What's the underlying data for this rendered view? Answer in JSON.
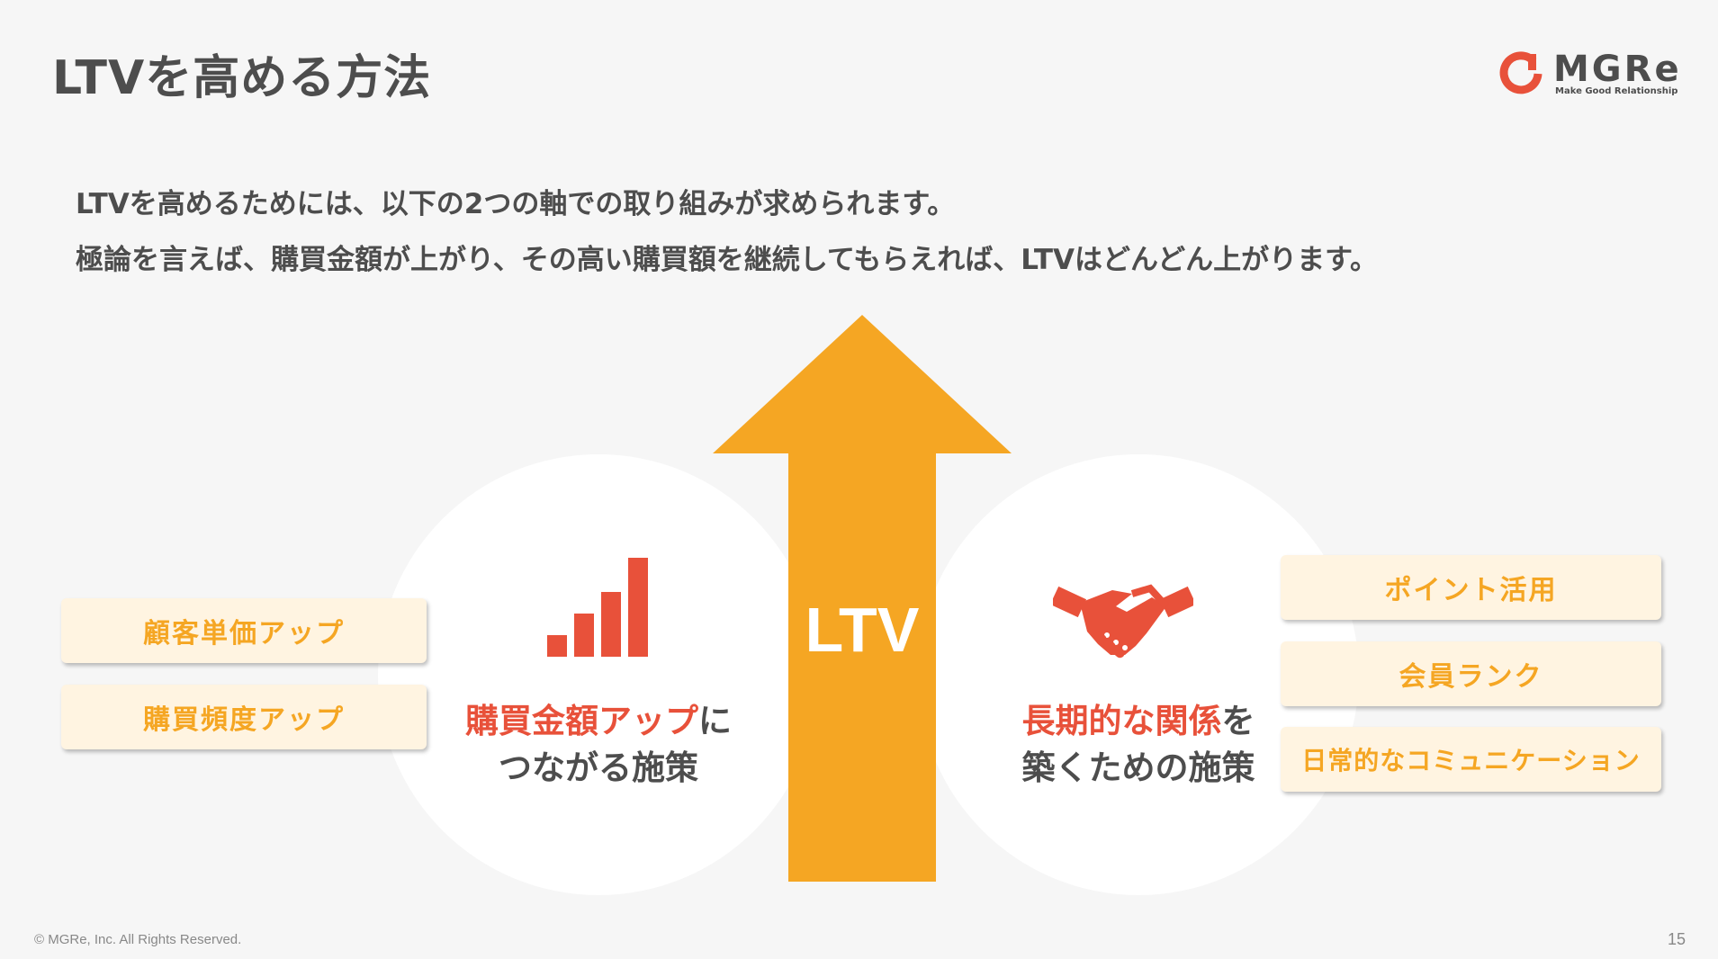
{
  "title": "LTVを高める方法",
  "logo": {
    "name": "MGRe",
    "tagline": "Make Good Relationship"
  },
  "intro": {
    "line1": "LTVを高めるためには、以下の2つの軸での取り組みが求められます。",
    "line2": "極論を言えば、購買金額が上がり、その高い購買額を継続してもらえれば、LTVはどんどん上がります。"
  },
  "center": {
    "label": "LTV"
  },
  "left": {
    "caption_accent": "購買金額アップ",
    "caption_suffix": "に",
    "caption_line2": "つながる施策",
    "cards": [
      "顧客単価アップ",
      "購買頻度アップ"
    ],
    "icon": "bar-chart-icon"
  },
  "right": {
    "caption_accent": "長期的な関係",
    "caption_suffix": "を",
    "caption_line2": "築くための施策",
    "cards": [
      "ポイント活用",
      "会員ランク",
      "日常的なコミュニケーション"
    ],
    "icon": "handshake-icon"
  },
  "footer": {
    "copyright": "© MGRe, Inc. All Rights Reserved.",
    "page": "15"
  },
  "colors": {
    "accent": "#e8513a",
    "arrow": "#f5a623",
    "card_bg": "#fff4e1",
    "card_text": "#f5a623"
  }
}
